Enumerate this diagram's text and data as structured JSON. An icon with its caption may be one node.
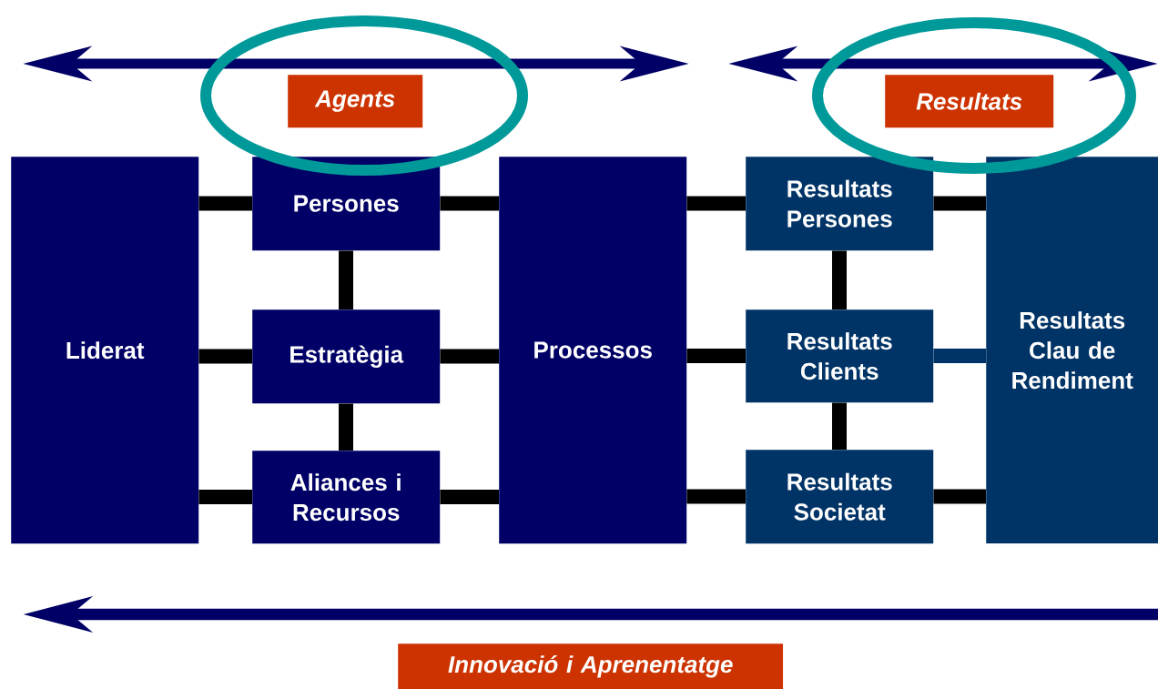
{
  "diagram": {
    "nodes": [
      {
        "text": [
          "Liderat"
        ]
      },
      {
        "text": [
          "Persones"
        ]
      },
      {
        "text": [
          "Estratègia"
        ]
      },
      {
        "text": [
          "Aliances i Recursos"
        ]
      },
      {
        "text": [
          "Processos"
        ]
      },
      {
        "text": [
          "Resultats Persones"
        ]
      },
      {
        "text": [
          "Resultats Clients"
        ]
      },
      {
        "text": [
          "Resultats Societat"
        ]
      },
      {
        "text": [
          "Resultats Clau de Rendiment"
        ]
      },
      {
        "text": [
          "Agents"
        ]
      },
      {
        "text": [
          "Resultats"
        ]
      },
      {
        "text": [
          "Innovació i Aprenentatge"
        ]
      }
    ],
    "edges": [
      {
        "from": 0,
        "to": 1,
        "arrow": "none"
      },
      {
        "from": 0,
        "to": 2,
        "arrow": "none"
      },
      {
        "from": 0,
        "to": 3,
        "arrow": "none"
      },
      {
        "from": 1,
        "to": 2,
        "arrow": "none"
      },
      {
        "from": 2,
        "to": 3,
        "arrow": "none"
      },
      {
        "from": 1,
        "to": 4,
        "arrow": "none"
      },
      {
        "from": 2,
        "to": 4,
        "arrow": "none"
      },
      {
        "from": 3,
        "to": 4,
        "arrow": "none"
      },
      {
        "from": 4,
        "to": 5,
        "arrow": "none"
      },
      {
        "from": 4,
        "to": 6,
        "arrow": "none"
      },
      {
        "from": 4,
        "to": 7,
        "arrow": "none"
      },
      {
        "from": 5,
        "to": 6,
        "arrow": "none"
      },
      {
        "from": 6,
        "to": 7,
        "arrow": "none"
      },
      {
        "from": 5,
        "to": 8,
        "arrow": "none"
      },
      {
        "from": 6,
        "to": 8,
        "arrow": "none",
        "color": "#003366"
      },
      {
        "from": 7,
        "to": 8,
        "arrow": "none"
      }
    ]
  }
}
